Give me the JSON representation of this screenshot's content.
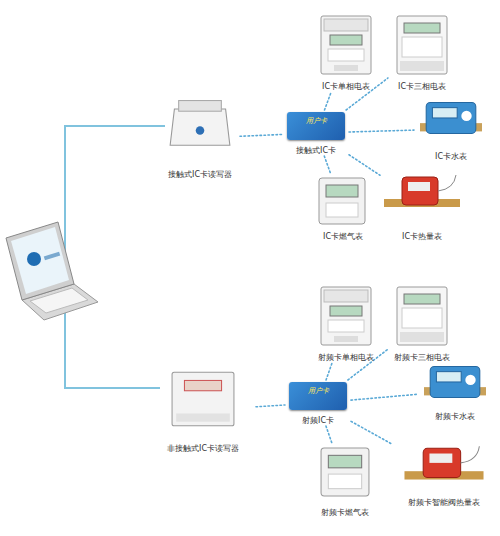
{
  "diagram": {
    "nodes": [
      {
        "text": [
          "接触式IC卡读写器"
        ]
      },
      {
        "text": [
          "用户卡",
          "接触式IC卡"
        ]
      },
      {
        "text": [
          "IC卡单相电表"
        ]
      },
      {
        "text": [
          "IC卡三相电表"
        ]
      },
      {
        "text": [
          "IC卡水表"
        ]
      },
      {
        "text": [
          "IC卡燃气表"
        ]
      },
      {
        "text": [
          "IC卡热量表"
        ]
      },
      {
        "text": [
          "非接触式IC卡读写器"
        ]
      },
      {
        "text": [
          "用户卡",
          "射频IC卡"
        ]
      },
      {
        "text": [
          "射频卡单相电表"
        ]
      },
      {
        "text": [
          "射频卡三相电表"
        ]
      },
      {
        "text": [
          "射频卡水表"
        ]
      },
      {
        "text": [
          "射频卡燃气表"
        ]
      },
      {
        "text": [
          "射频卡智能阀热量表"
        ]
      }
    ],
    "edges": [
      {
        "from": 0,
        "to": 1,
        "arrow": "none"
      },
      {
        "from": 1,
        "to": 2,
        "arrow": "none"
      },
      {
        "from": 1,
        "to": 3,
        "arrow": "none"
      },
      {
        "from": 1,
        "to": 4,
        "arrow": "none"
      },
      {
        "from": 1,
        "to": 5,
        "arrow": "none"
      },
      {
        "from": 1,
        "to": 6,
        "arrow": "none"
      },
      {
        "from": 7,
        "to": 8,
        "arrow": "none"
      },
      {
        "from": 8,
        "to": 9,
        "arrow": "none"
      },
      {
        "from": 8,
        "to": 10,
        "arrow": "none"
      },
      {
        "from": 8,
        "to": 11,
        "arrow": "none"
      },
      {
        "from": 8,
        "to": 12,
        "arrow": "none"
      },
      {
        "from": 8,
        "to": 13,
        "arrow": "none"
      }
    ]
  }
}
